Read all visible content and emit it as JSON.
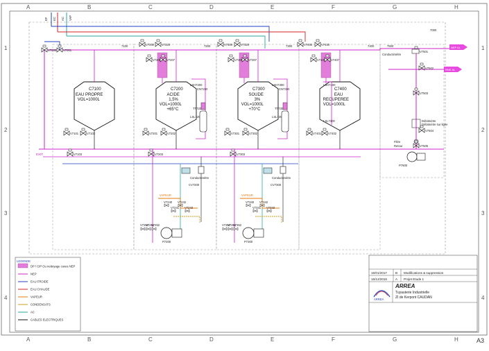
{
  "grid": {
    "cols": [
      "A",
      "B",
      "C",
      "D",
      "E",
      "F",
      "G",
      "H"
    ],
    "rows": [
      "1",
      "2",
      "3",
      "4"
    ],
    "sheet": "A3"
  },
  "zones": {
    "z7000": "7000",
    "z7100": "7100",
    "z7200": "7200",
    "z7300": "7300",
    "z7400": "7400",
    "z7500": "7500"
  },
  "tanks": [
    {
      "tag": "C7100",
      "lines": [
        "EAU PROPRE",
        "VOL=1000L"
      ],
      "heated": false
    },
    {
      "tag": "C7200",
      "lines": [
        "ACIDE",
        "1,5%",
        "VOL=1000L",
        "+65°C"
      ],
      "heated": true
    },
    {
      "tag": "C7300",
      "lines": [
        "SOUDE",
        "3%",
        "VOL=1000L",
        "+70°C"
      ],
      "heated": true
    },
    {
      "tag": "C7400",
      "lines": [
        "EAU",
        "RECUPEREE",
        "VOL=1000L"
      ],
      "heated": true
    }
  ],
  "valves": {
    "top": [
      "V7000",
      "V7001",
      "V7200",
      "V7220",
      "V7300",
      "V7320",
      "V7400",
      "V7420"
    ],
    "tank_top": [
      "V7206",
      "V7207",
      "V7306",
      "V7307",
      "V7406",
      "V7407"
    ],
    "tank_bottom": [
      "V7101",
      "V7102",
      "V7201",
      "V7202",
      "V7301",
      "V7302",
      "V7401",
      "V7402"
    ],
    "lower": [
      "V7103",
      "V7203",
      "V7303"
    ],
    "nep_side": [
      "V7501",
      "V7502",
      "V7503",
      "V7504",
      "V7505"
    ],
    "steam": [
      "V7240",
      "V7241",
      "V7242",
      "V7243",
      "V7340",
      "V7341",
      "V7342",
      "V7343"
    ],
    "drain": [
      "V7250",
      "V7251",
      "V7252",
      "V7350",
      "V7351",
      "V7352"
    ]
  },
  "instruments": {
    "lsh": [
      "LSH7200",
      "LSH7300",
      "LSH7400"
    ],
    "lsl": [
      "LSL7200",
      "LSL7300",
      "LSL7400"
    ],
    "tt": [
      "TT7200",
      "TT7300"
    ],
    "cv": [
      "CV7200",
      "CV7300"
    ],
    "cond_in": [
      "CN7200",
      "CN7300"
    ],
    "cond_label": "Conductimètre",
    "filter_label": "Filtre",
    "flow_label": "Débitmètre",
    "flow_label2": "Débitmètre sur ligne",
    "retour_label": "Retour"
  },
  "pumps": [
    "P7200",
    "P7300",
    "P7500"
  ],
  "steam_label": "VAPEUR",
  "arrows": {
    "nep_out": "NEP AL",
    "nep_in": "RNE AL",
    "left_in": "EXIT",
    "utility_tags": [
      "EF",
      "EC",
      "AC",
      "VAP"
    ]
  },
  "legend": {
    "title": "LEGENDE",
    "items": [
      {
        "label": "DP / CIP Ou nettoyage cuves NEP",
        "color": "#e27ddb",
        "type": "box"
      },
      {
        "label": "NEP",
        "color": "#cc22cc",
        "type": "line"
      },
      {
        "label": "EAU FROIDE",
        "color": "#1f3fbf",
        "type": "line"
      },
      {
        "label": "EAU CHAUDE",
        "color": "#d42020",
        "type": "line"
      },
      {
        "label": "VAPEUR",
        "color": "#e07a12",
        "type": "line"
      },
      {
        "label": "CONDENSATS",
        "color": "#c8a21a",
        "type": "line"
      },
      {
        "label": "AC",
        "color": "#29a6a6",
        "type": "line"
      },
      {
        "label": "CABLES ELECTRIQUES",
        "color": "#111111",
        "type": "line"
      }
    ]
  },
  "revisions": [
    {
      "date": "16/01/2017",
      "ind": "B",
      "text": "Modifications & suppression"
    },
    {
      "date": "16/12/2016",
      "ind": "A",
      "text": "Projet Etude 1"
    }
  ],
  "title_block": {
    "company": "ARREA",
    "line1": "Tuyauterie Industrielle",
    "line2": "ZI de Kerpont CAUDAN",
    "logo": "ARREA"
  },
  "colors": {
    "nep": "#cc22cc",
    "cold": "#1f3fbf",
    "hot": "#d42020",
    "steam": "#e07a12",
    "cond": "#c8a21a",
    "air": "#29a6a6",
    "elec": "#111111",
    "heat": "#e27ddb"
  }
}
